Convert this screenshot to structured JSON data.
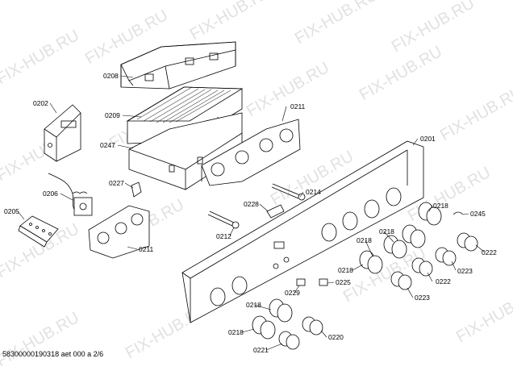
{
  "watermark": {
    "text": "FIX-HUB.RU",
    "color": "#bbbbbb"
  },
  "footer": {
    "doc_id": "58300000190318 aet 000 a 2/6"
  },
  "part_labels": {
    "p0208": "0208",
    "p0202": "0202",
    "p0209": "0209",
    "p0247": "0247",
    "p0211a": "0211",
    "p0201": "0201",
    "p0206": "0206",
    "p0227": "0227",
    "p0205": "0205",
    "p0228": "0228",
    "p0214": "0214",
    "p0212": "0212",
    "p0211b": "0211",
    "p0218a": "0218",
    "p0245": "0245",
    "p0218b": "0218",
    "p0218c": "0218",
    "p0222a": "0222",
    "p0218d": "0218",
    "p0222b": "0222",
    "p0223a": "0223",
    "p0225": "0225",
    "p0229": "0229",
    "p0223b": "0223",
    "p0218e": "0218",
    "p0218f": "0218",
    "p0220": "0220",
    "p0221": "0221"
  }
}
